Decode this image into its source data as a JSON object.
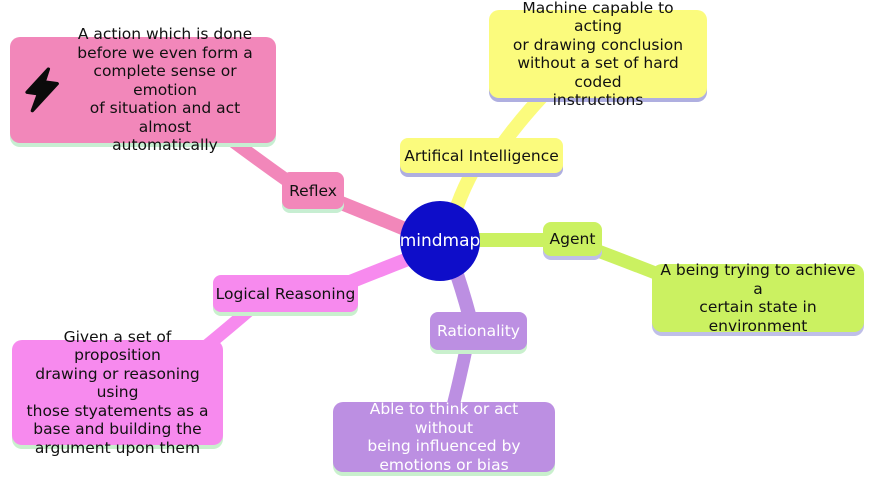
{
  "diagram": {
    "type": "mindmap",
    "background": "#ffffff",
    "root": {
      "label": "mindmap",
      "color": "#0e0dc9",
      "text_color": "#ffffff"
    },
    "branches": [
      {
        "id": "reflex",
        "label": "Reflex",
        "color": "#f287ba",
        "shadow": "#c7eed2",
        "text_color": "#111111",
        "icon": "lightning-bolt-icon",
        "detail": "A action which is done\nbefore we even form a\ncomplete sense or emotion\nof situation and act almost\nautomatically"
      },
      {
        "id": "artificial-intelligence",
        "label": "Artifical Intelligence",
        "color": "#fbfb7d",
        "shadow": "#afafe0",
        "text_color": "#111111",
        "detail": "Machine capable to acting\nor drawing conclusion\nwithout a set of hard coded\ninstructions"
      },
      {
        "id": "agent",
        "label": "Agent",
        "color": "#cbf161",
        "shadow": "#bfbfe8",
        "text_color": "#111111",
        "detail": "A being trying to achieve a\ncertain state in\nenvironment"
      },
      {
        "id": "logical-reasoning",
        "label": "Logical Reasoning",
        "color": "#f78aee",
        "shadow": "#c9f0cd",
        "text_color": "#111111",
        "detail": "Given a set of proposition\ndrawing or reasoning using\nthose styatements as a\nbase and building the\nargument upon them"
      },
      {
        "id": "rationality",
        "label": "Rationality",
        "color": "#bc8fe2",
        "shadow": "#c9f0cd",
        "text_color": "#ffffff",
        "detail": "Able to think or act without\nbeing influenced by\nemotions or bias"
      }
    ]
  }
}
